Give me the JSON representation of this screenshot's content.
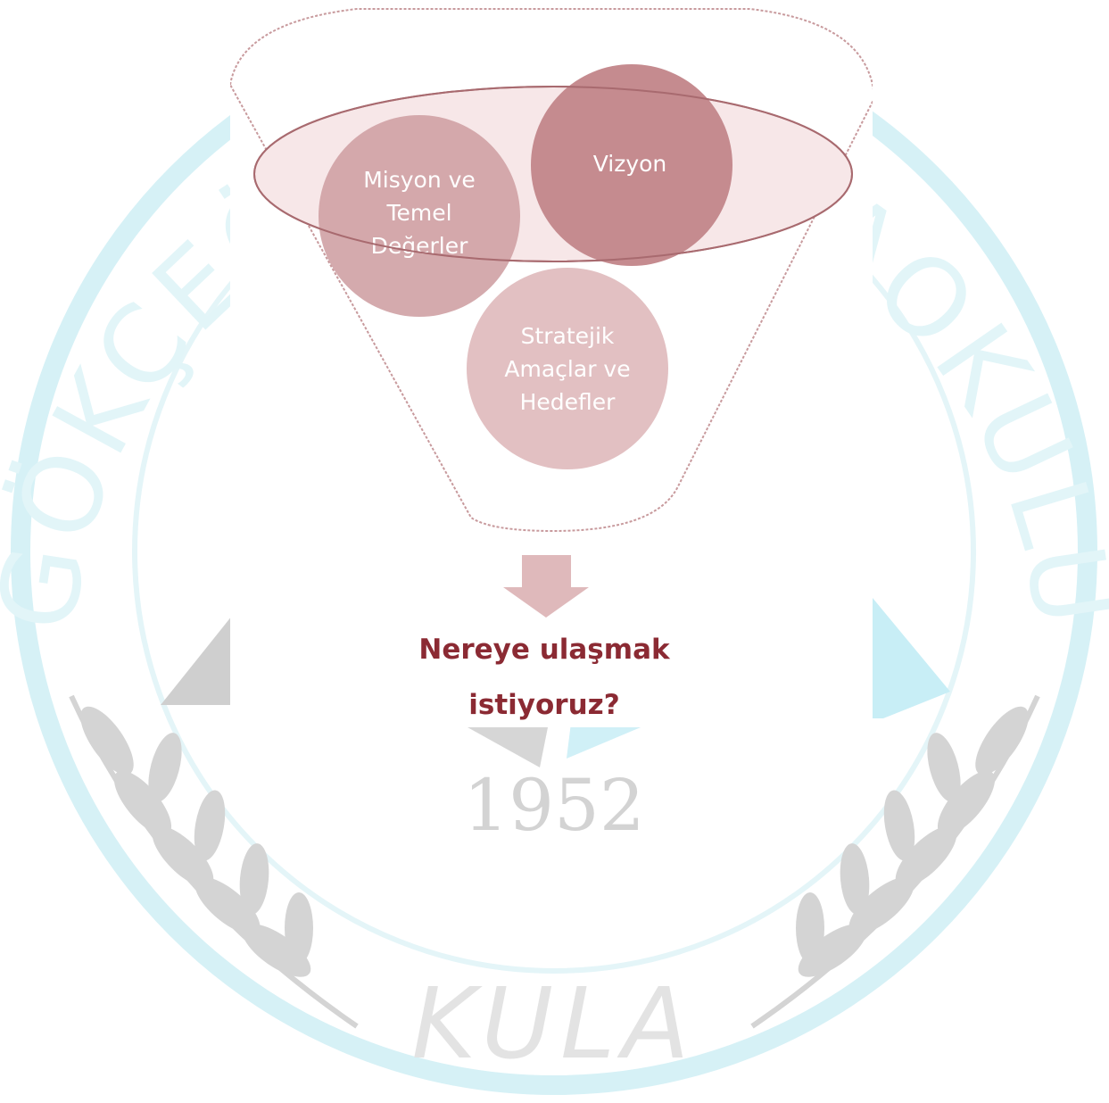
{
  "watermark": {
    "arc_text_top": "GÖKÇEÖREN ORTAOKULU",
    "year": "1952",
    "bottom_text": "KULA"
  },
  "funnel": {
    "circles": [
      {
        "id": "mission",
        "lines": [
          "Misyon ve",
          "Temel",
          "Değerler"
        ]
      },
      {
        "id": "vision",
        "lines": [
          "Vizyon"
        ]
      },
      {
        "id": "goals",
        "lines": [
          "Stratejik",
          "Amaçlar ve",
          "Hedefler"
        ]
      }
    ],
    "result_lines": [
      "Nereye ulaşmak",
      "istiyoruz?"
    ]
  },
  "colors": {
    "ring": "#d6f1f6",
    "ring_inner": "#e4f5f8",
    "seal_gray": "#c9c9c9",
    "seal_cyan": "#c8eef6",
    "funnel_rim": "#f6e6e7",
    "funnel_border": "#b07377",
    "circle_dark": "#c58b8f",
    "circle_light": "#e3c0c3",
    "arrow": "#dfb9bb",
    "result_text": "#8b2a33"
  }
}
